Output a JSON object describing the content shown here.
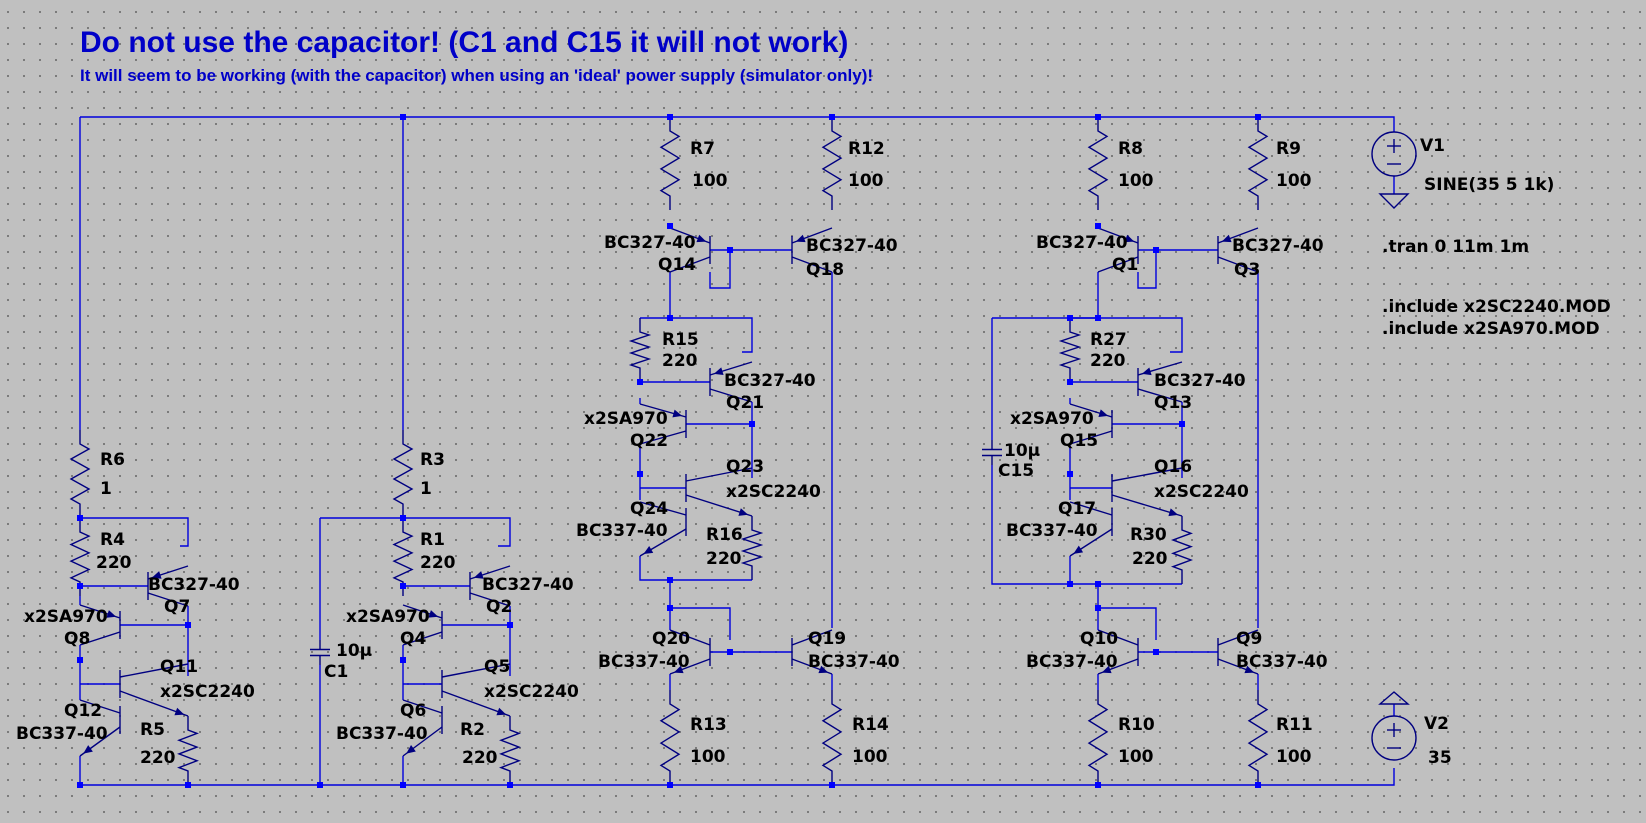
{
  "header": {
    "title": "Do not use the capacitor! (C1 and C15 it will not work)",
    "subtitle": "It will seem to be working (with the capacitor) when using an 'ideal' power supply (simulator only)!"
  },
  "directives": [
    ".tran 0 11m 1m",
    ".include x2SC2240.MOD",
    ".include x2SA970.MOD"
  ],
  "colors": {
    "background": "#c0c0c0",
    "wire": "#0000dc",
    "component": "#000080",
    "junction": "#0000ff",
    "title": "#0000c8"
  },
  "components": {
    "V1": {
      "name": "V1",
      "value": "SINE(35 5 1k)"
    },
    "V2": {
      "name": "V2",
      "value": "35"
    },
    "R6": {
      "name": "R6",
      "value": "1"
    },
    "R4": {
      "name": "R4",
      "value": "220"
    },
    "R5": {
      "name": "R5",
      "value": "220"
    },
    "Q7": {
      "name": "Q7",
      "value": "BC327-40"
    },
    "Q8": {
      "name": "Q8",
      "value": "x2SA970"
    },
    "Q11": {
      "name": "Q11",
      "value": "x2SC2240"
    },
    "Q12": {
      "name": "Q12",
      "value": "BC337-40"
    },
    "R3": {
      "name": "R3",
      "value": "1"
    },
    "R1": {
      "name": "R1",
      "value": "220"
    },
    "R2": {
      "name": "R2",
      "value": "220"
    },
    "C1": {
      "name": "C1",
      "value": "10µ"
    },
    "Q2": {
      "name": "Q2",
      "value": "BC327-40"
    },
    "Q4": {
      "name": "Q4",
      "value": "x2SA970"
    },
    "Q5": {
      "name": "Q5",
      "value": "x2SC2240"
    },
    "Q6": {
      "name": "Q6",
      "value": "BC337-40"
    },
    "R7": {
      "name": "R7",
      "value": "100"
    },
    "R12": {
      "name": "R12",
      "value": "100"
    },
    "Q14": {
      "name": "Q14",
      "value": "BC327-40"
    },
    "Q18": {
      "name": "Q18",
      "value": "BC327-40"
    },
    "R15": {
      "name": "R15",
      "value": "220"
    },
    "Q21": {
      "name": "Q21",
      "value": "BC327-40"
    },
    "Q22": {
      "name": "Q22",
      "value": "x2SA970"
    },
    "Q23": {
      "name": "Q23",
      "value": "x2SC2240"
    },
    "Q24": {
      "name": "Q24",
      "value": "BC337-40"
    },
    "R16": {
      "name": "R16",
      "value": "220"
    },
    "Q20": {
      "name": "Q20",
      "value": "BC337-40"
    },
    "Q19": {
      "name": "Q19",
      "value": "BC337-40"
    },
    "R13": {
      "name": "R13",
      "value": "100"
    },
    "R14": {
      "name": "R14",
      "value": "100"
    },
    "R8": {
      "name": "R8",
      "value": "100"
    },
    "R9": {
      "name": "R9",
      "value": "100"
    },
    "Q1": {
      "name": "Q1",
      "value": "BC327-40"
    },
    "Q3": {
      "name": "Q3",
      "value": "BC327-40"
    },
    "R27": {
      "name": "R27",
      "value": "220"
    },
    "Q13": {
      "name": "Q13",
      "value": "BC327-40"
    },
    "Q15": {
      "name": "Q15",
      "value": "x2SA970"
    },
    "C15": {
      "name": "C15",
      "value": "10µ"
    },
    "Q16": {
      "name": "Q16",
      "value": "x2SC2240"
    },
    "Q17": {
      "name": "Q17",
      "value": "BC337-40"
    },
    "R30": {
      "name": "R30",
      "value": "220"
    },
    "Q10": {
      "name": "Q10",
      "value": "BC337-40"
    },
    "Q9": {
      "name": "Q9",
      "value": "BC337-40"
    },
    "R10": {
      "name": "R10",
      "value": "100"
    },
    "R11": {
      "name": "R11",
      "value": "100"
    }
  }
}
